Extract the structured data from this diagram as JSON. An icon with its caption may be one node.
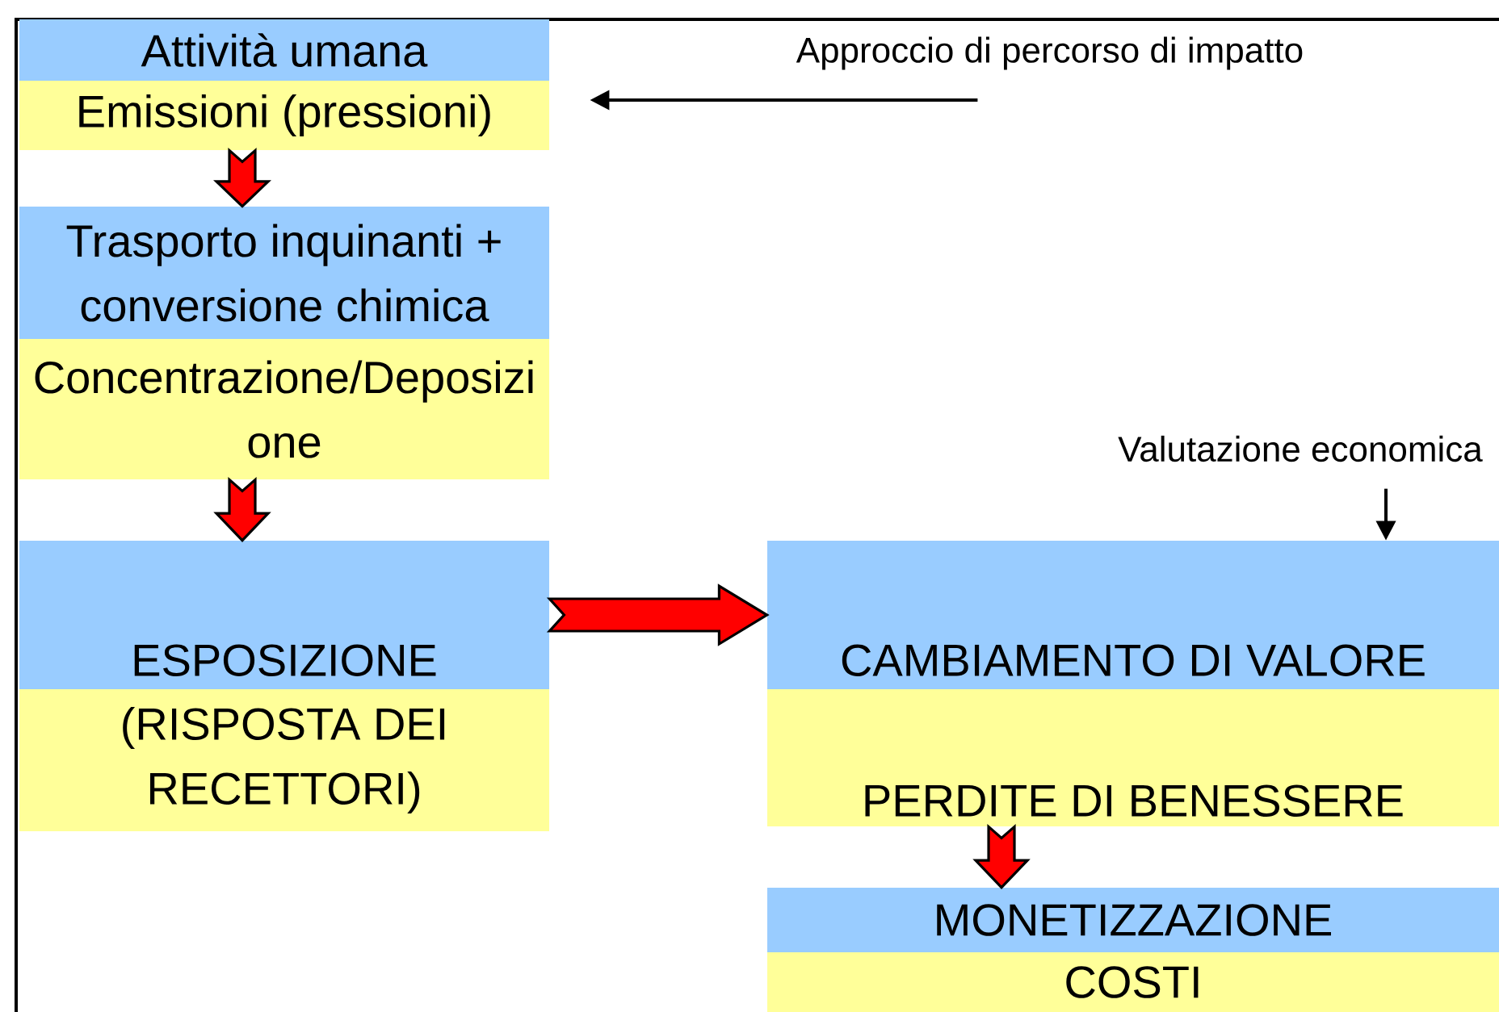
{
  "diagram": {
    "nodes": [
      {
        "text": [
          "Attività umana"
        ]
      },
      {
        "text": [
          "Emissioni (pressioni)"
        ]
      },
      {
        "text": [
          "Trasporto inquinanti + conversione chimica"
        ]
      },
      {
        "text": [
          "Concentrazione/Deposizi one"
        ]
      },
      {
        "text": [
          "ESPOSIZIONE"
        ]
      },
      {
        "text": [
          "(RISPOSTA DEI RECETTORI)"
        ]
      },
      {
        "text": [
          "CAMBIAMENTO DI VALORE"
        ]
      },
      {
        "text": [
          "PERDITE DI BENESSERE"
        ]
      },
      {
        "text": [
          "MONETIZZAZIONE"
        ]
      },
      {
        "text": [
          "COSTI"
        ]
      }
    ],
    "edges": [
      {
        "from": null,
        "to": 1,
        "arrow": "to",
        "label": "Approccio di percorso di impatto",
        "color": "#000000"
      },
      {
        "from": 1,
        "to": 2,
        "arrow": "to"
      },
      {
        "from": 3,
        "to": 4,
        "arrow": "to"
      },
      {
        "from": null,
        "to": 6,
        "arrow": "to",
        "label": "Valutazione economica",
        "color": "#000000"
      },
      {
        "from": 4,
        "to": 6,
        "arrow": "to"
      },
      {
        "from": 7,
        "to": 8,
        "arrow": "to"
      }
    ]
  }
}
